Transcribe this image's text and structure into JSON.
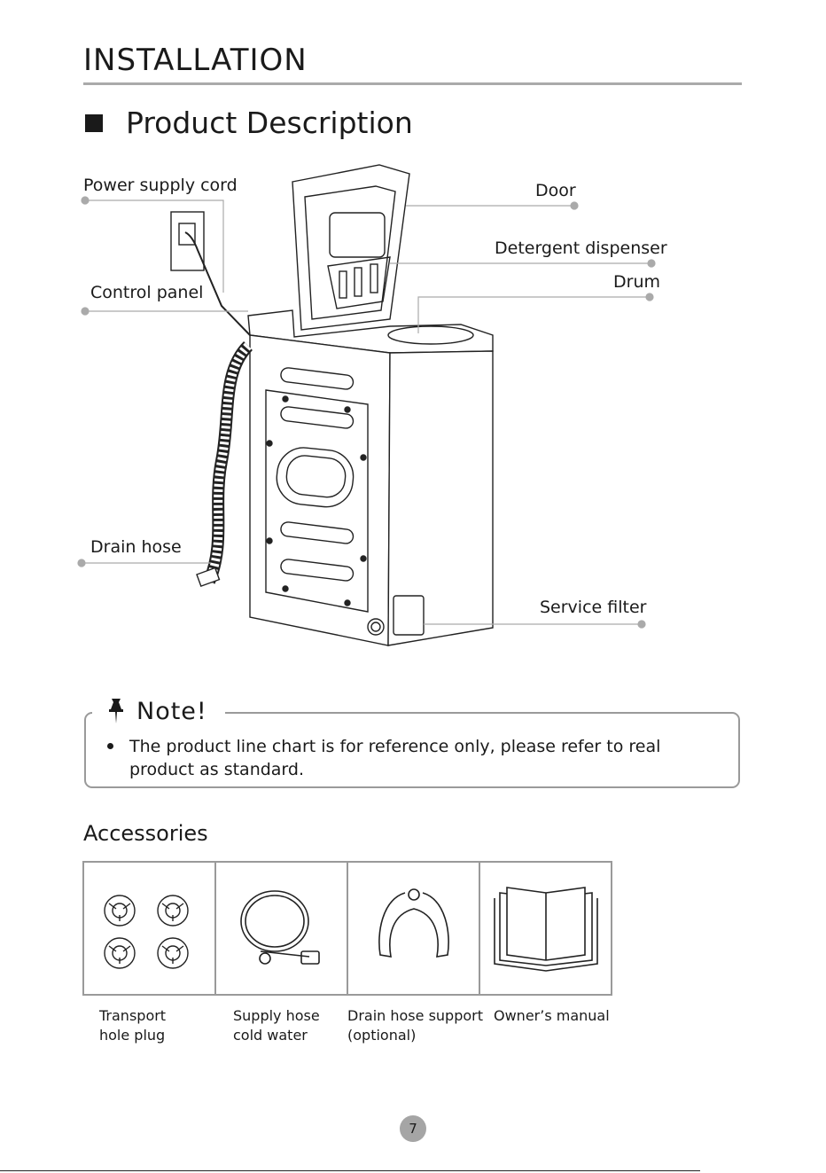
{
  "header": {
    "title": "INSTALLATION"
  },
  "section": {
    "title": "Product Description"
  },
  "diagram": {
    "labels": {
      "power_cord": "Power supply cord",
      "control_panel": "Control panel",
      "drain_hose": "Drain hose",
      "door": "Door",
      "detergent": "Detergent dispenser",
      "drum": "Drum",
      "service_filter": "Service filter"
    }
  },
  "note": {
    "title": "Note!",
    "text": "The product line chart is for reference only, please refer to real product as standard."
  },
  "accessories": {
    "title": "Accessories",
    "items": [
      {
        "caption": "Transport\nhole plug"
      },
      {
        "caption": "Supply hose\ncold water"
      },
      {
        "caption": "Drain hose support\n(optional)"
      },
      {
        "caption": "Owner’s manual"
      }
    ]
  },
  "page": {
    "number": "7"
  }
}
